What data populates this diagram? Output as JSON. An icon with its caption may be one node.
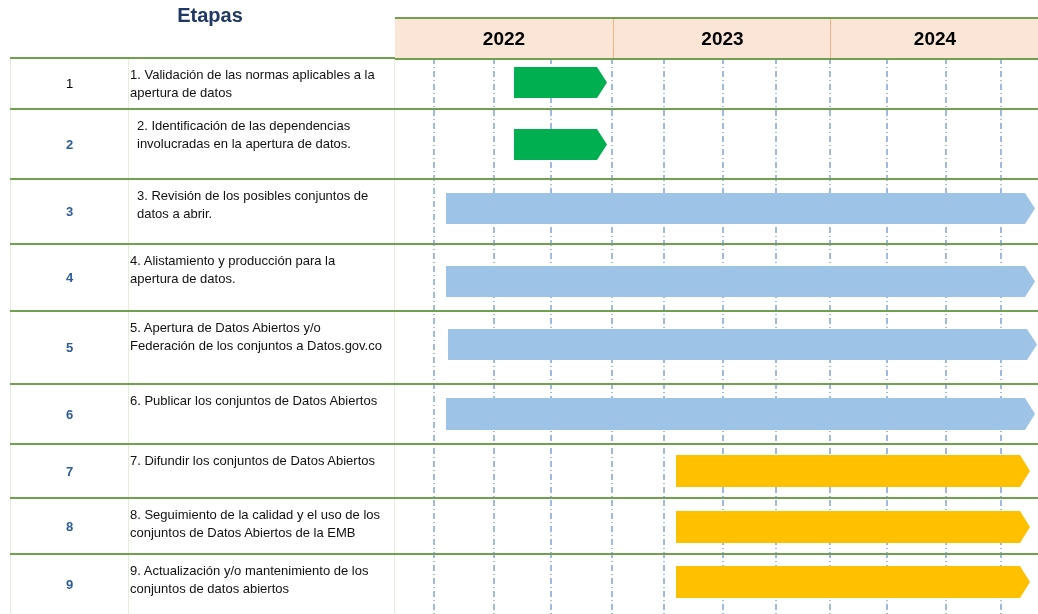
{
  "diagram": {
    "title": "Etapas",
    "nodes": [
      {
        "text": [],
        "shape": "bar"
      },
      {
        "text": [],
        "shape": "bar"
      },
      {
        "text": [],
        "shape": "bar"
      },
      {
        "text": [],
        "shape": "bar"
      },
      {
        "text": [],
        "shape": "bar"
      },
      {
        "text": [],
        "shape": "bar"
      },
      {
        "text": [],
        "shape": "bar"
      },
      {
        "text": [],
        "shape": "bar"
      },
      {
        "text": [],
        "shape": "bar"
      }
    ],
    "labels": [
      "2022",
      "2023",
      "2024",
      "1",
      "1. Validación de las normas aplicables a la apertura de datos",
      "2",
      "2. Identificación de las dependencias involucradas en la apertura de datos.",
      "3",
      "3. Revisión de los posibles conjuntos de datos a abrir.",
      "4",
      "4. Alistamiento y producción para la apertura de datos.",
      "5",
      "5. Apertura de Datos Abiertos y/o Federación de los conjuntos a Datos.gov.co",
      "6",
      "6. Publicar los conjuntos de Datos Abiertos",
      "7",
      "7. Difundir los conjuntos de Datos Abiertos",
      "8",
      "8. Seguimiento de la calidad y el uso de los conjuntos de Datos Abiertos de la EMB",
      "9",
      "9. Actualización y/o mantenimiento de los conjuntos de datos abiertos"
    ]
  }
}
